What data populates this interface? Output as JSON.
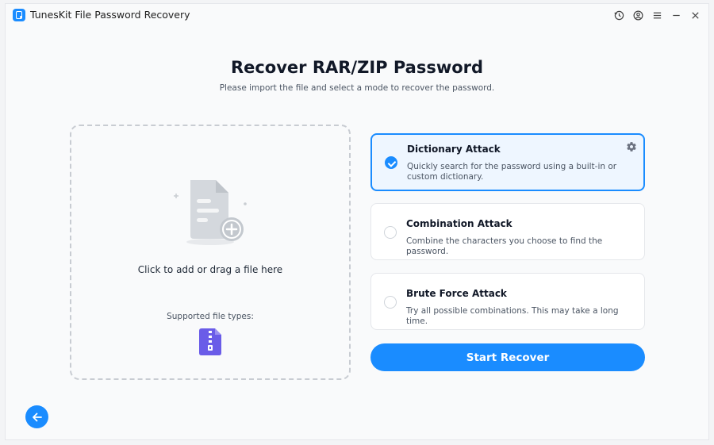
{
  "app": {
    "title": "TunesKit File Password Recovery"
  },
  "titlebar": {
    "icons": [
      "history-icon",
      "account-icon",
      "menu-icon",
      "minimize-icon",
      "close-icon"
    ]
  },
  "main": {
    "heading": "Recover RAR/ZIP Password",
    "subheading": "Please import the file and select a mode to recover the password."
  },
  "dropzone": {
    "prompt": "Click to add or drag a file here",
    "supported_label": "Supported file types:",
    "supported_types": [
      "zip-file-icon"
    ]
  },
  "modes": [
    {
      "title": "Dictionary Attack",
      "description": "Quickly search for the password using a built-in or custom dictionary.",
      "selected": true
    },
    {
      "title": "Combination Attack",
      "description": "Combine the characters you choose to find the password.",
      "selected": false
    },
    {
      "title": "Brute Force Attack",
      "description": "Try all possible combinations. This may take a long time.",
      "selected": false
    }
  ],
  "actions": {
    "start_label": "Start Recover"
  },
  "colors": {
    "accent": "#1a8cff",
    "card_selected_bg": "#eef6ff",
    "zip_icon": "#6a5ce8"
  }
}
